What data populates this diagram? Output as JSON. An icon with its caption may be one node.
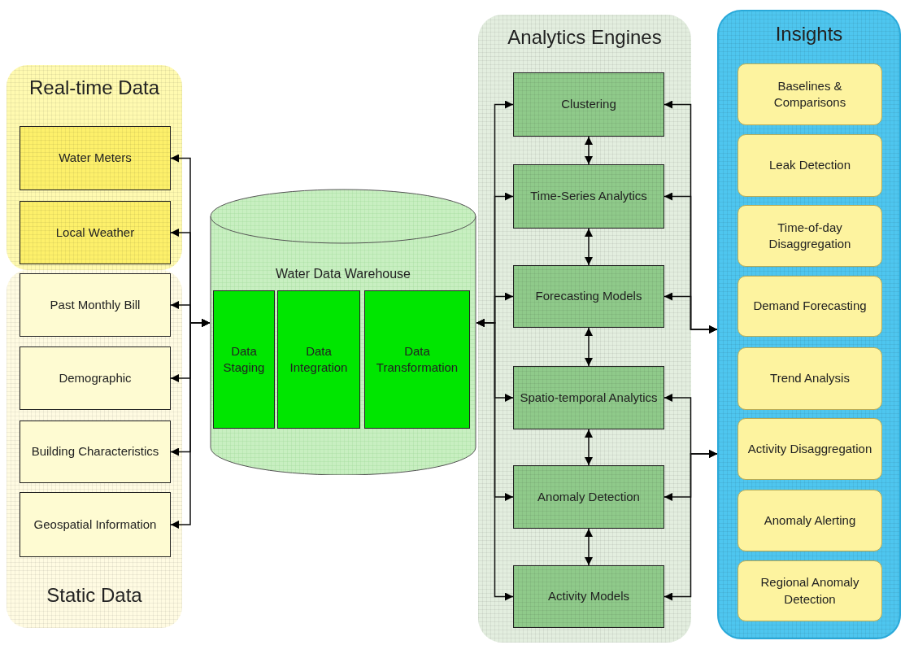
{
  "diagram": {
    "nodes": [
      {
        "text": [
          "Real-time Data"
        ]
      },
      {
        "text": [
          "Water Meters"
        ],
        "in": 0
      },
      {
        "text": [
          "Local Weather"
        ],
        "in": 0
      },
      {
        "text": [
          "Static Data"
        ]
      },
      {
        "text": [
          "Past Monthly Bill"
        ],
        "in": 3
      },
      {
        "text": [
          "Demographic"
        ],
        "in": 3
      },
      {
        "text": [
          "Building Characteristics"
        ],
        "in": 3
      },
      {
        "text": [
          "Geospatial Information"
        ],
        "in": 3
      },
      {
        "text": [
          "Water Data Warehouse"
        ]
      },
      {
        "text": [
          "Data Staging"
        ],
        "in": 8
      },
      {
        "text": [
          "Data Integration"
        ],
        "in": 8
      },
      {
        "text": [
          "Data Transformation"
        ],
        "in": 8
      },
      {
        "text": [
          "Analytics Engines"
        ]
      },
      {
        "text": [
          "Clustering"
        ],
        "in": 12
      },
      {
        "text": [
          "Time-Series Analytics"
        ],
        "in": 12
      },
      {
        "text": [
          "Forecasting Models"
        ],
        "in": 12
      },
      {
        "text": [
          "Spatio-temporal Analytics"
        ],
        "in": 12
      },
      {
        "text": [
          "Anomaly Detection"
        ],
        "in": 12
      },
      {
        "text": [
          "Activity Models"
        ],
        "in": 12
      },
      {
        "text": [
          "Insights"
        ]
      },
      {
        "text": [
          "Baselines & Comparisons"
        ],
        "in": 19
      },
      {
        "text": [
          "Leak Detection"
        ],
        "in": 19
      },
      {
        "text": [
          "Time-of-day Disaggregation"
        ],
        "in": 19
      },
      {
        "text": [
          "Demand Forecasting"
        ],
        "in": 19
      },
      {
        "text": [
          "Trend Analysis"
        ],
        "in": 19
      },
      {
        "text": [
          "Activity Disaggregation"
        ],
        "in": 19
      },
      {
        "text": [
          "Anomaly Alerting"
        ],
        "in": 19
      },
      {
        "text": [
          "Regional Anomaly Detection"
        ],
        "in": 19
      }
    ],
    "edges": [
      {
        "from": 8,
        "to": 1,
        "arrow": "both"
      },
      {
        "from": 8,
        "to": 2,
        "arrow": "both"
      },
      {
        "from": 8,
        "to": 4,
        "arrow": "both"
      },
      {
        "from": 8,
        "to": 5,
        "arrow": "both"
      },
      {
        "from": 8,
        "to": 6,
        "arrow": "both"
      },
      {
        "from": 8,
        "to": 7,
        "arrow": "both"
      },
      {
        "from": 8,
        "to": 13,
        "arrow": "both"
      },
      {
        "from": 8,
        "to": 14,
        "arrow": "both"
      },
      {
        "from": 8,
        "to": 15,
        "arrow": "both"
      },
      {
        "from": 8,
        "to": 16,
        "arrow": "both"
      },
      {
        "from": 8,
        "to": 17,
        "arrow": "both"
      },
      {
        "from": 8,
        "to": 18,
        "arrow": "both"
      },
      {
        "from": 13,
        "to": 14,
        "arrow": "both"
      },
      {
        "from": 14,
        "to": 15,
        "arrow": "both"
      },
      {
        "from": 15,
        "to": 16,
        "arrow": "both"
      },
      {
        "from": 16,
        "to": 17,
        "arrow": "both"
      },
      {
        "from": 17,
        "to": 18,
        "arrow": "both"
      },
      {
        "from": 13,
        "to": 19,
        "arrow": "both"
      },
      {
        "from": 14,
        "to": 19,
        "arrow": "both"
      },
      {
        "from": 15,
        "to": 19,
        "arrow": "both"
      },
      {
        "from": 16,
        "to": 19,
        "arrow": "both"
      },
      {
        "from": 17,
        "to": 19,
        "arrow": "both"
      },
      {
        "from": 18,
        "to": 19,
        "arrow": "both"
      }
    ]
  }
}
